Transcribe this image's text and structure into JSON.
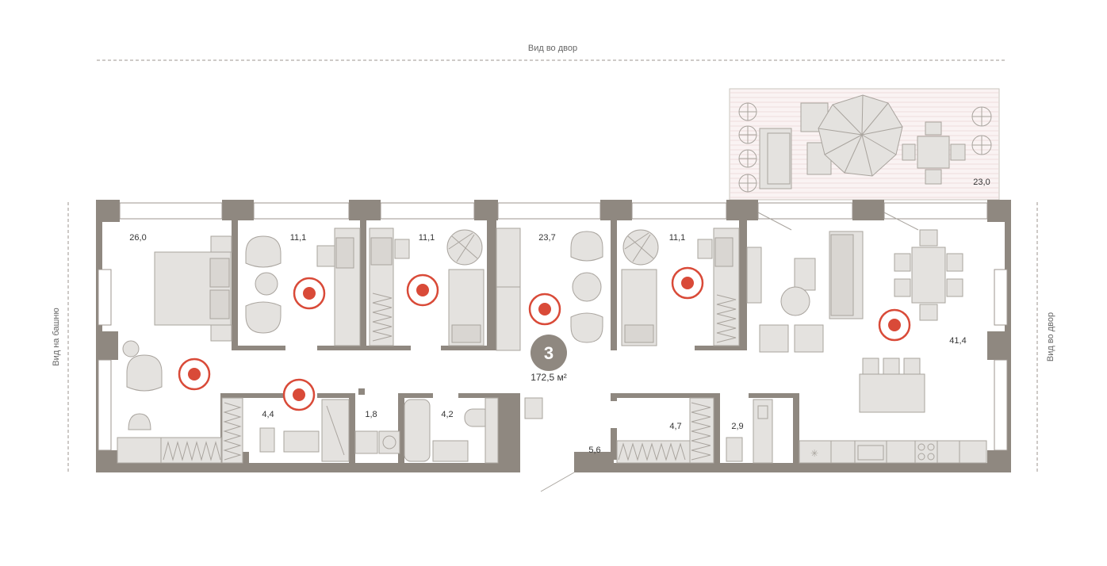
{
  "views": {
    "top": "Вид во двор",
    "left": "Вид на башню",
    "right": "Вид во двор"
  },
  "apartment": {
    "rooms_count": "3",
    "total_area": "172,5 м²"
  },
  "rooms": {
    "r1": "26,0",
    "r2": "11,1",
    "r3": "11,1",
    "r4": "23,7",
    "r5": "11,1",
    "r6": "41,4",
    "r7": "23,0",
    "r8": "4,4",
    "r9": "1,8",
    "r10": "4,2",
    "r11": "5,6",
    "r12": "4,7",
    "r13": "2,9"
  },
  "colors": {
    "wall": "#8f8880",
    "accent": "#d94a38",
    "furniture": "#e4e2df"
  },
  "markers_count": 7
}
